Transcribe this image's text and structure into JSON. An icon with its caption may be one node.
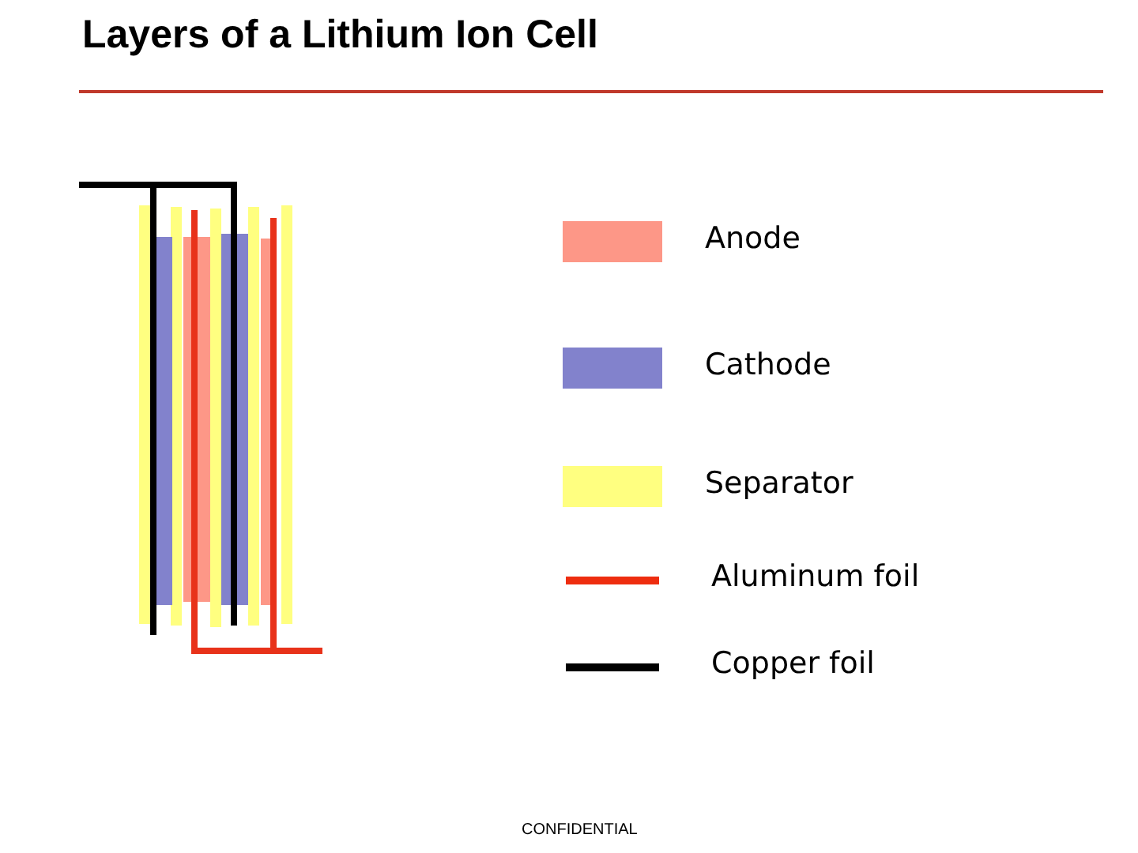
{
  "diagram": {
    "title": "Layers of a Lithium Ion Cell",
    "labels": [
      "CONFIDENTIAL"
    ],
    "legend": [
      {
        "text": "Anode",
        "color": "#fd9787"
      },
      {
        "text": "Cathode",
        "color": "#8282cc"
      },
      {
        "text": "Separator",
        "color": "#ffff80"
      },
      {
        "text": "Aluminum foil"
      },
      {
        "text": "Copper foil"
      }
    ]
  }
}
